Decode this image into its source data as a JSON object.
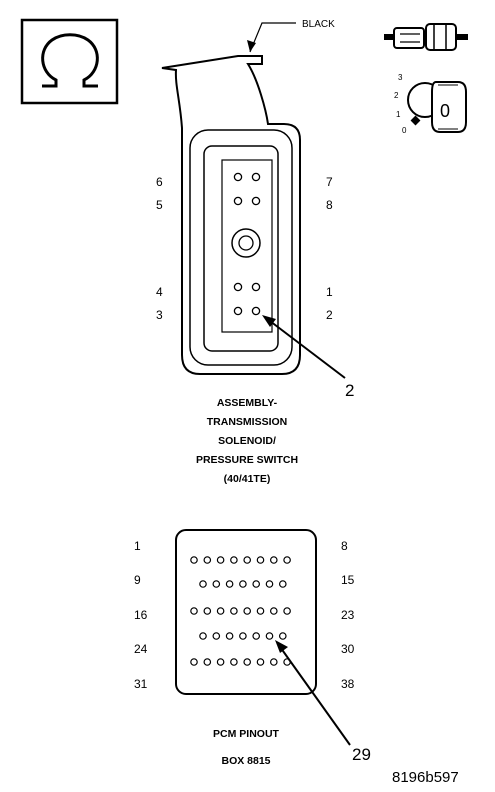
{
  "header": {
    "wire_color_label": "BLACK"
  },
  "meter_icon": {
    "dial_numbers": [
      "3",
      "2",
      "1",
      "0"
    ],
    "knob_reading": "0",
    "icons": [
      "ohm-icon",
      "connector-probe-icon",
      "ignition-key-icon"
    ]
  },
  "solenoid_connector": {
    "pin_labels_left": [
      "6",
      "5",
      "4",
      "3"
    ],
    "pin_labels_right": [
      "7",
      "8",
      "1",
      "2"
    ],
    "callout": "2",
    "title_lines": [
      "ASSEMBLY-",
      "TRANSMISSION",
      "SOLENOID/",
      "PRESSURE SWITCH",
      "(40/41TE)"
    ]
  },
  "pcm_connector": {
    "row_labels_left": [
      "1",
      "9",
      "16",
      "24",
      "31"
    ],
    "row_labels_right": [
      "8",
      "15",
      "23",
      "30",
      "38"
    ],
    "callout": "29",
    "title_lines": [
      "PCM PINOUT",
      "BOX 8815"
    ]
  },
  "figure_id": "8196b597"
}
